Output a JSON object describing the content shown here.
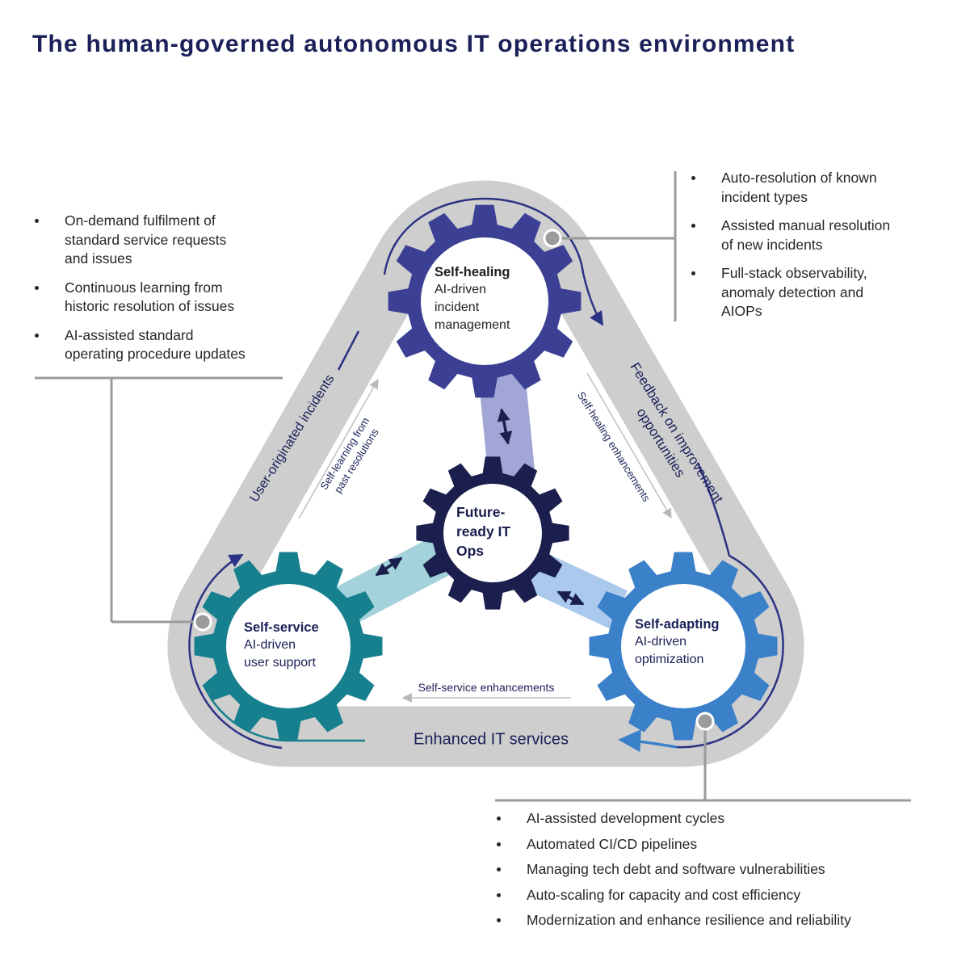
{
  "title": "The human-governed autonomous IT operations environment",
  "colors": {
    "navy_text": "#1b2058",
    "indigo_gear": "#3c4094",
    "dark_navy_gear": "#1b1f4e",
    "teal_gear": "#17808f",
    "blue_gear": "#3a81c9",
    "band_gray": "#cecece",
    "light_purple_link": "#a1a6d6",
    "light_teal_link": "#a3d2da",
    "light_blue_link": "#aac9ec",
    "connector_gray": "#9b9b9b",
    "flow_navy": "#2c3284",
    "arrow_gray": "#b9b9b9",
    "body_text": "#262626"
  },
  "gears": {
    "self_healing": {
      "title": "Self-healing",
      "subtitle": "AI-driven\nincident\nmanagement"
    },
    "future_ready": {
      "title": "Future-\nready IT\nOps"
    },
    "self_service": {
      "title": "Self-service",
      "subtitle": "AI-driven\nuser support"
    },
    "self_adapting": {
      "title": "Self-adapting",
      "subtitle": "AI-driven\noptimization"
    }
  },
  "edge_labels": {
    "left": "User-originated incidents",
    "right": "Feedback on improvement\nopportunities",
    "bottom": "Enhanced IT services",
    "inner_left": "Self-learning from\npast resolutions",
    "inner_right": "Self-healing enhancements",
    "inner_bottom": "Self-service enhancements"
  },
  "callouts": {
    "left": {
      "items": [
        "On-demand fulfilment of\nstandard service requests\nand issues",
        "Continuous learning from\nhistoric resolution of issues",
        "AI-assisted standard\noperating procedure updates"
      ]
    },
    "right": {
      "items": [
        "Auto-resolution of known\nincident types",
        "Assisted manual resolution\nof new incidents",
        "Full-stack observability,\nanomaly detection and\nAIOPs"
      ]
    },
    "bottom": {
      "items": [
        "AI-assisted development cycles",
        "Automated CI/CD pipelines",
        "Managing tech debt and software vulnerabilities",
        "Auto-scaling for capacity and cost efficiency",
        "Modernization and enhance resilience and reliability"
      ]
    }
  }
}
